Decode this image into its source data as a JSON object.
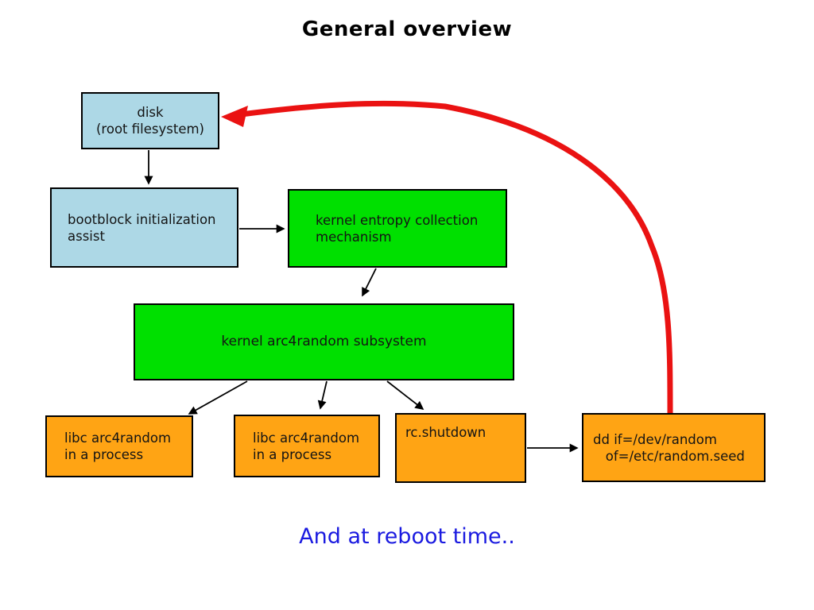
{
  "title": "General overview",
  "footnote": "And at reboot time..",
  "colors": {
    "box_blue": "#add8e6",
    "box_green": "#00e000",
    "box_orange": "#ffa414",
    "arrow_black": "#000000",
    "arrow_red": "#ea1212",
    "footnote_blue": "#1a1ae0"
  },
  "nodes": {
    "disk": {
      "label": "disk\n(root filesystem)"
    },
    "bootblock": {
      "label": "bootblock initialization\nassist"
    },
    "entropy": {
      "label": "kernel entropy collection\nmechanism"
    },
    "subsystem": {
      "label": "kernel arc4random subsystem"
    },
    "libc1": {
      "label": "libc arc4random\nin a process"
    },
    "libc2": {
      "label": "libc arc4random\nin a process"
    },
    "rc_shutdown": {
      "label": "rc.shutdown"
    },
    "dd_seed": {
      "label": "dd if=/dev/random\n   of=/etc/random.seed"
    }
  },
  "edges": [
    {
      "from": "disk",
      "to": "bootblock",
      "style": "black-arrow"
    },
    {
      "from": "bootblock",
      "to": "entropy",
      "style": "black-arrow"
    },
    {
      "from": "entropy",
      "to": "subsystem",
      "style": "black-arrow"
    },
    {
      "from": "subsystem",
      "to": "libc1",
      "style": "black-arrow"
    },
    {
      "from": "subsystem",
      "to": "libc2",
      "style": "black-arrow"
    },
    {
      "from": "subsystem",
      "to": "rc_shutdown",
      "style": "black-arrow"
    },
    {
      "from": "rc_shutdown",
      "to": "dd_seed",
      "style": "black-arrow"
    },
    {
      "from": "dd_seed",
      "to": "disk",
      "style": "red-thick-curve"
    }
  ]
}
